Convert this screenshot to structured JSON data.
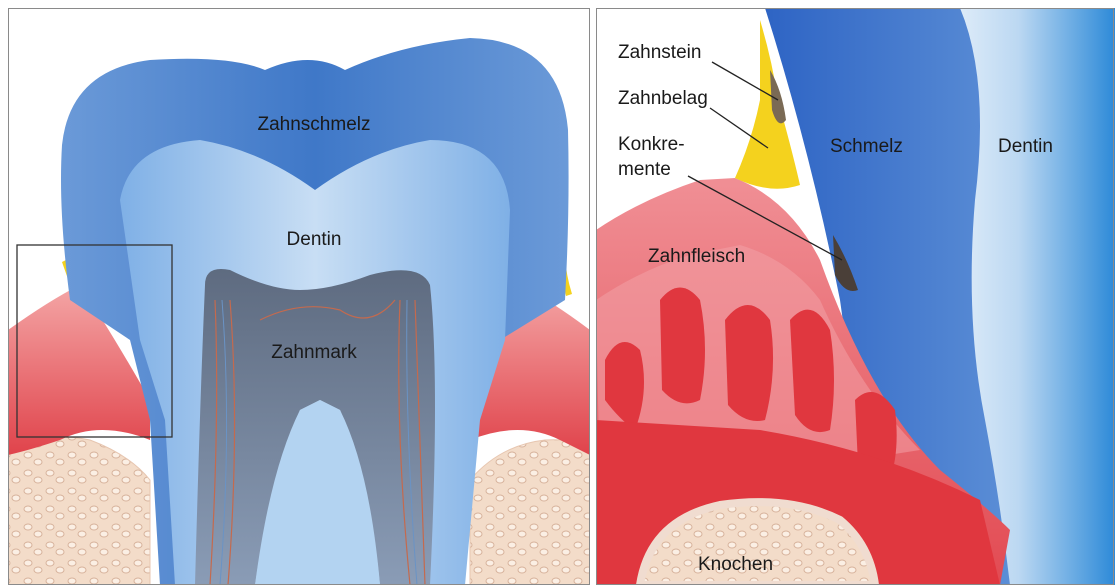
{
  "left_panel": {
    "labels": {
      "enamel": "Zahnschmelz",
      "dentin": "Dentin",
      "pulp": "Zahnmark"
    }
  },
  "right_panel": {
    "labels": {
      "calculus": "Zahnstein",
      "plaque": "Zahnbelag",
      "concrement_line1": "Konkre-",
      "concrement_line2": "mente",
      "enamel": "Schmelz",
      "dentin": "Dentin",
      "gum": "Zahnfleisch",
      "bone": "Knochen"
    }
  },
  "colors": {
    "enamel": "#4f86cf",
    "dentin": "#a9cbee",
    "pulp": "#6f7f96",
    "gum": "#e95c63",
    "gum_light": "#f1a2a2",
    "bone": "#f3d9c6",
    "plaque": "#f4d21e",
    "calculus": "#6c5f53"
  }
}
